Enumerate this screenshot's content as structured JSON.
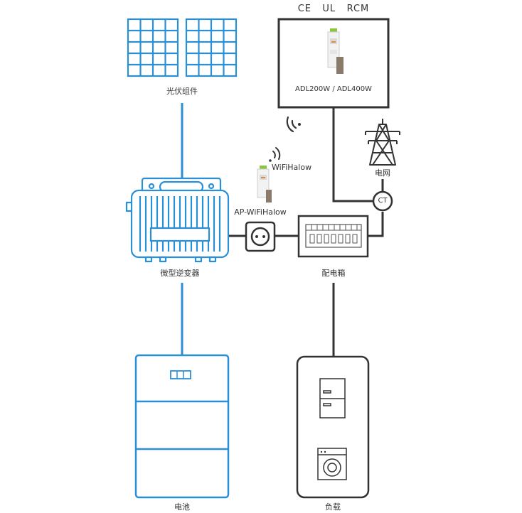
{
  "certifications": {
    "ce": "CE",
    "ul": "UL",
    "rcm": "RCM"
  },
  "meter": {
    "model_label": "ADL200W / ADL400W"
  },
  "labels": {
    "pv_modules": "光伏组件",
    "grid": "电网",
    "ct": "CT",
    "wifi_halow": "WiFiHalow",
    "ap_wifi_halow": "AP-WiFiHalow",
    "micro_inverter": "微型逆变器",
    "distribution_box": "配电箱",
    "battery": "电池",
    "load": "负载"
  },
  "colors": {
    "solar_blue": "#2b8fd6",
    "line_blue": "#2b8fd6",
    "dark": "#333333",
    "accent_green": "#8bc53f"
  },
  "icons": {
    "solar_panel": "solar-panel-icon",
    "meter_device": "din-rail-meter-icon",
    "wifi": "wifi-icon",
    "transmission_tower": "transmission-tower-icon",
    "inverter": "micro-inverter-icon",
    "socket": "socket-icon",
    "breaker_panel": "breaker-panel-icon",
    "battery": "battery-icon",
    "fridge": "fridge-icon",
    "washing_machine": "washing-machine-icon"
  }
}
